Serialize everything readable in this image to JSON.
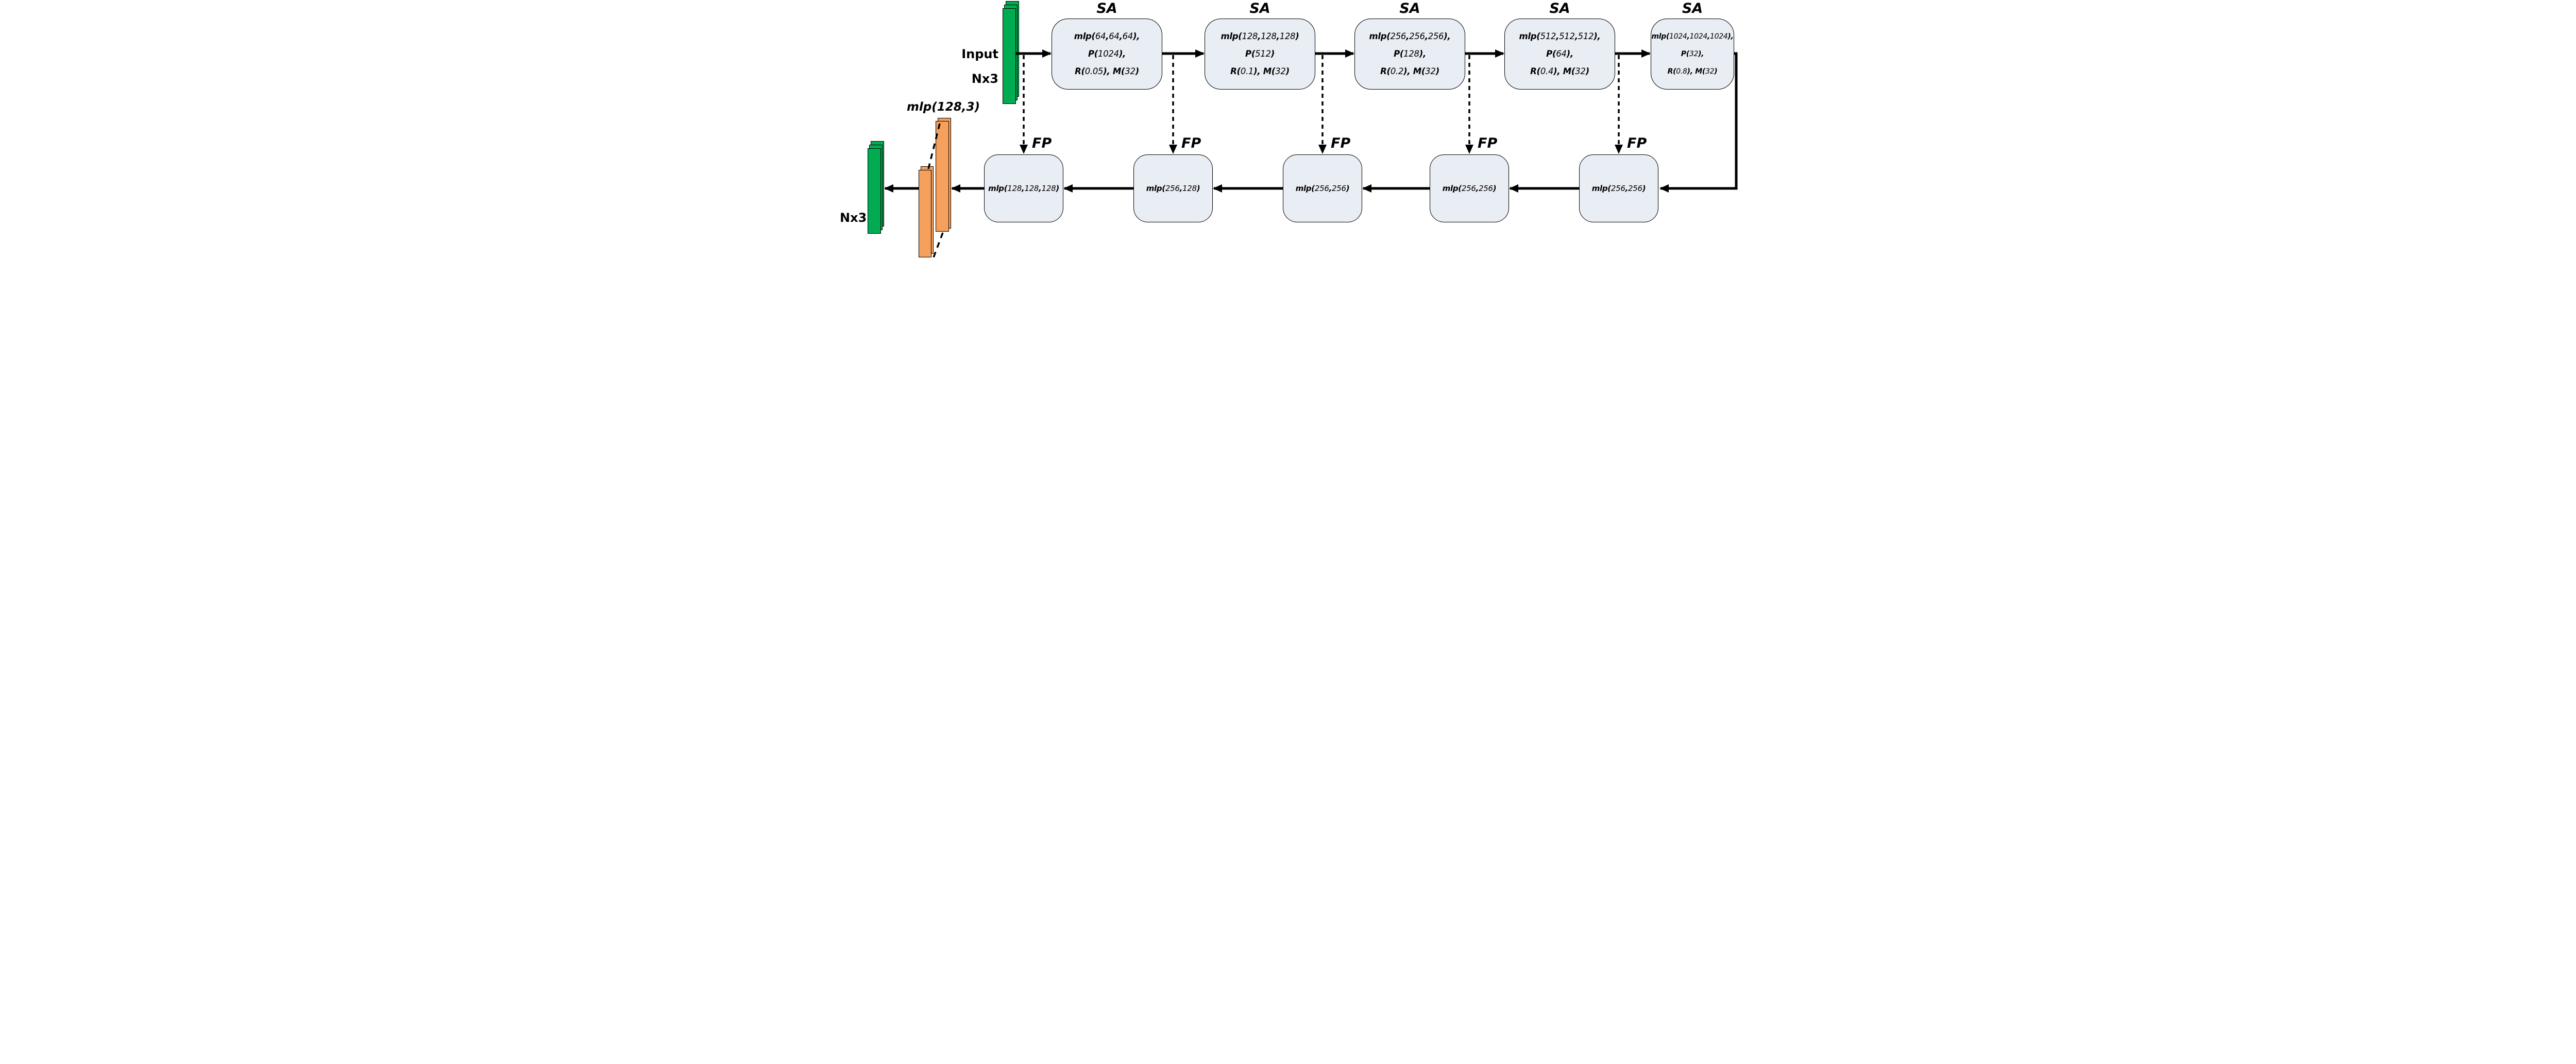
{
  "diagram_title": "PointNet++ style encoder-decoder point network",
  "labels": {
    "input_title": "Input",
    "input_dims": "Nx3",
    "output_dims": "Nx3",
    "output_mlp": "mlp(128,3)"
  },
  "sa_modules": [
    {
      "tag": "SA",
      "lines": [
        "mlp(64,64,64),",
        "P(1024),",
        "R(0.05), M(32)"
      ]
    },
    {
      "tag": "SA",
      "lines": [
        "mlp(128,128,128)",
        "P(512)",
        "R(0.1), M(32)"
      ]
    },
    {
      "tag": "SA",
      "lines": [
        "mlp(256,256,256),",
        "P(128),",
        "R(0.2), M(32)"
      ]
    },
    {
      "tag": "SA",
      "lines": [
        "mlp(512,512,512),",
        "P(64),",
        "R(0.4), M(32)"
      ]
    },
    {
      "tag": "SA",
      "lines": [
        "mlp(1024,1024,1024),",
        "P(32),",
        "R(0.8), M(32)"
      ]
    }
  ],
  "fp_modules": [
    {
      "tag": "FP",
      "label": "mlp(128,128,128)"
    },
    {
      "tag": "FP",
      "label": "mlp(256,128)"
    },
    {
      "tag": "FP",
      "label": "mlp(256,256)"
    },
    {
      "tag": "FP",
      "label": "mlp(256,256)"
    },
    {
      "tag": "FP",
      "label": "mlp(256,256)"
    }
  ],
  "colors": {
    "green": "#00ab51",
    "orange": "#f5a05c",
    "module_fill": "#e9edf4",
    "stroke": "#000000"
  }
}
